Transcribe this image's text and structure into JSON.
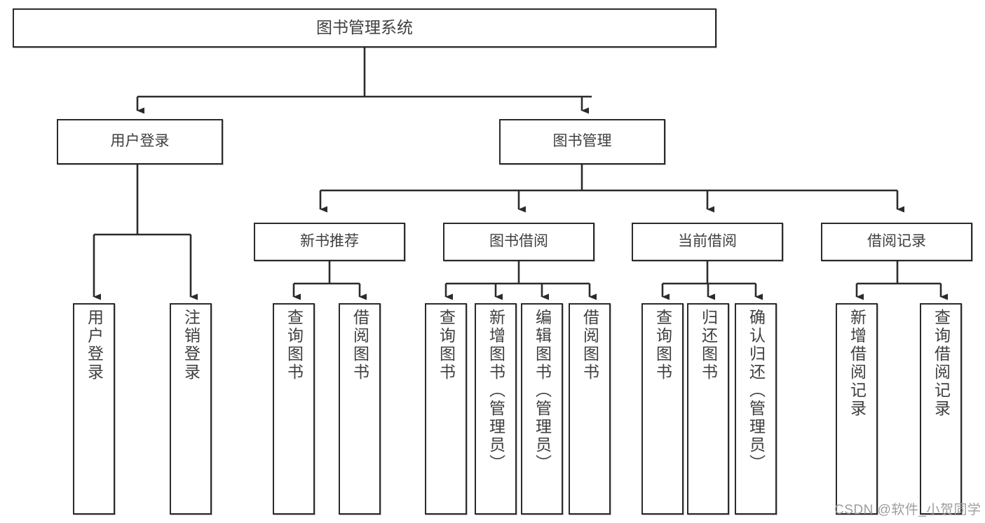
{
  "diagram": {
    "title": "图书管理系统",
    "type": "tree-hierarchy-diagram",
    "watermark": "CSDN @软件_小贺同学",
    "colors": {
      "stroke": "#2b2b2b",
      "text": "#3f3f3f",
      "background": "#ffffff",
      "watermark": "#9d9d9d"
    },
    "root": {
      "label": "图书管理系统"
    },
    "level2": [
      {
        "label": "用户登录"
      },
      {
        "label": "图书管理"
      }
    ],
    "level3": [
      {
        "label": "新书推荐"
      },
      {
        "label": "图书借阅"
      },
      {
        "label": "当前借阅"
      },
      {
        "label": "借阅记录"
      }
    ],
    "leaves": {
      "user_login": [
        {
          "label": "用户登录"
        },
        {
          "label": "注销登录"
        }
      ],
      "new_book_recommend": [
        {
          "label": "查询图书"
        },
        {
          "label": "借阅图书"
        }
      ],
      "book_borrow": [
        {
          "label": "查询图书"
        },
        {
          "label": "新增图书（管理员）"
        },
        {
          "label": "编辑图书（管理员）"
        },
        {
          "label": "借阅图书"
        }
      ],
      "current_borrow": [
        {
          "label": "查询图书"
        },
        {
          "label": "归还图书"
        },
        {
          "label": "确认归还（管理员）"
        }
      ],
      "borrow_records": [
        {
          "label": "新增借阅记录"
        },
        {
          "label": "查询借阅记录"
        }
      ]
    }
  }
}
